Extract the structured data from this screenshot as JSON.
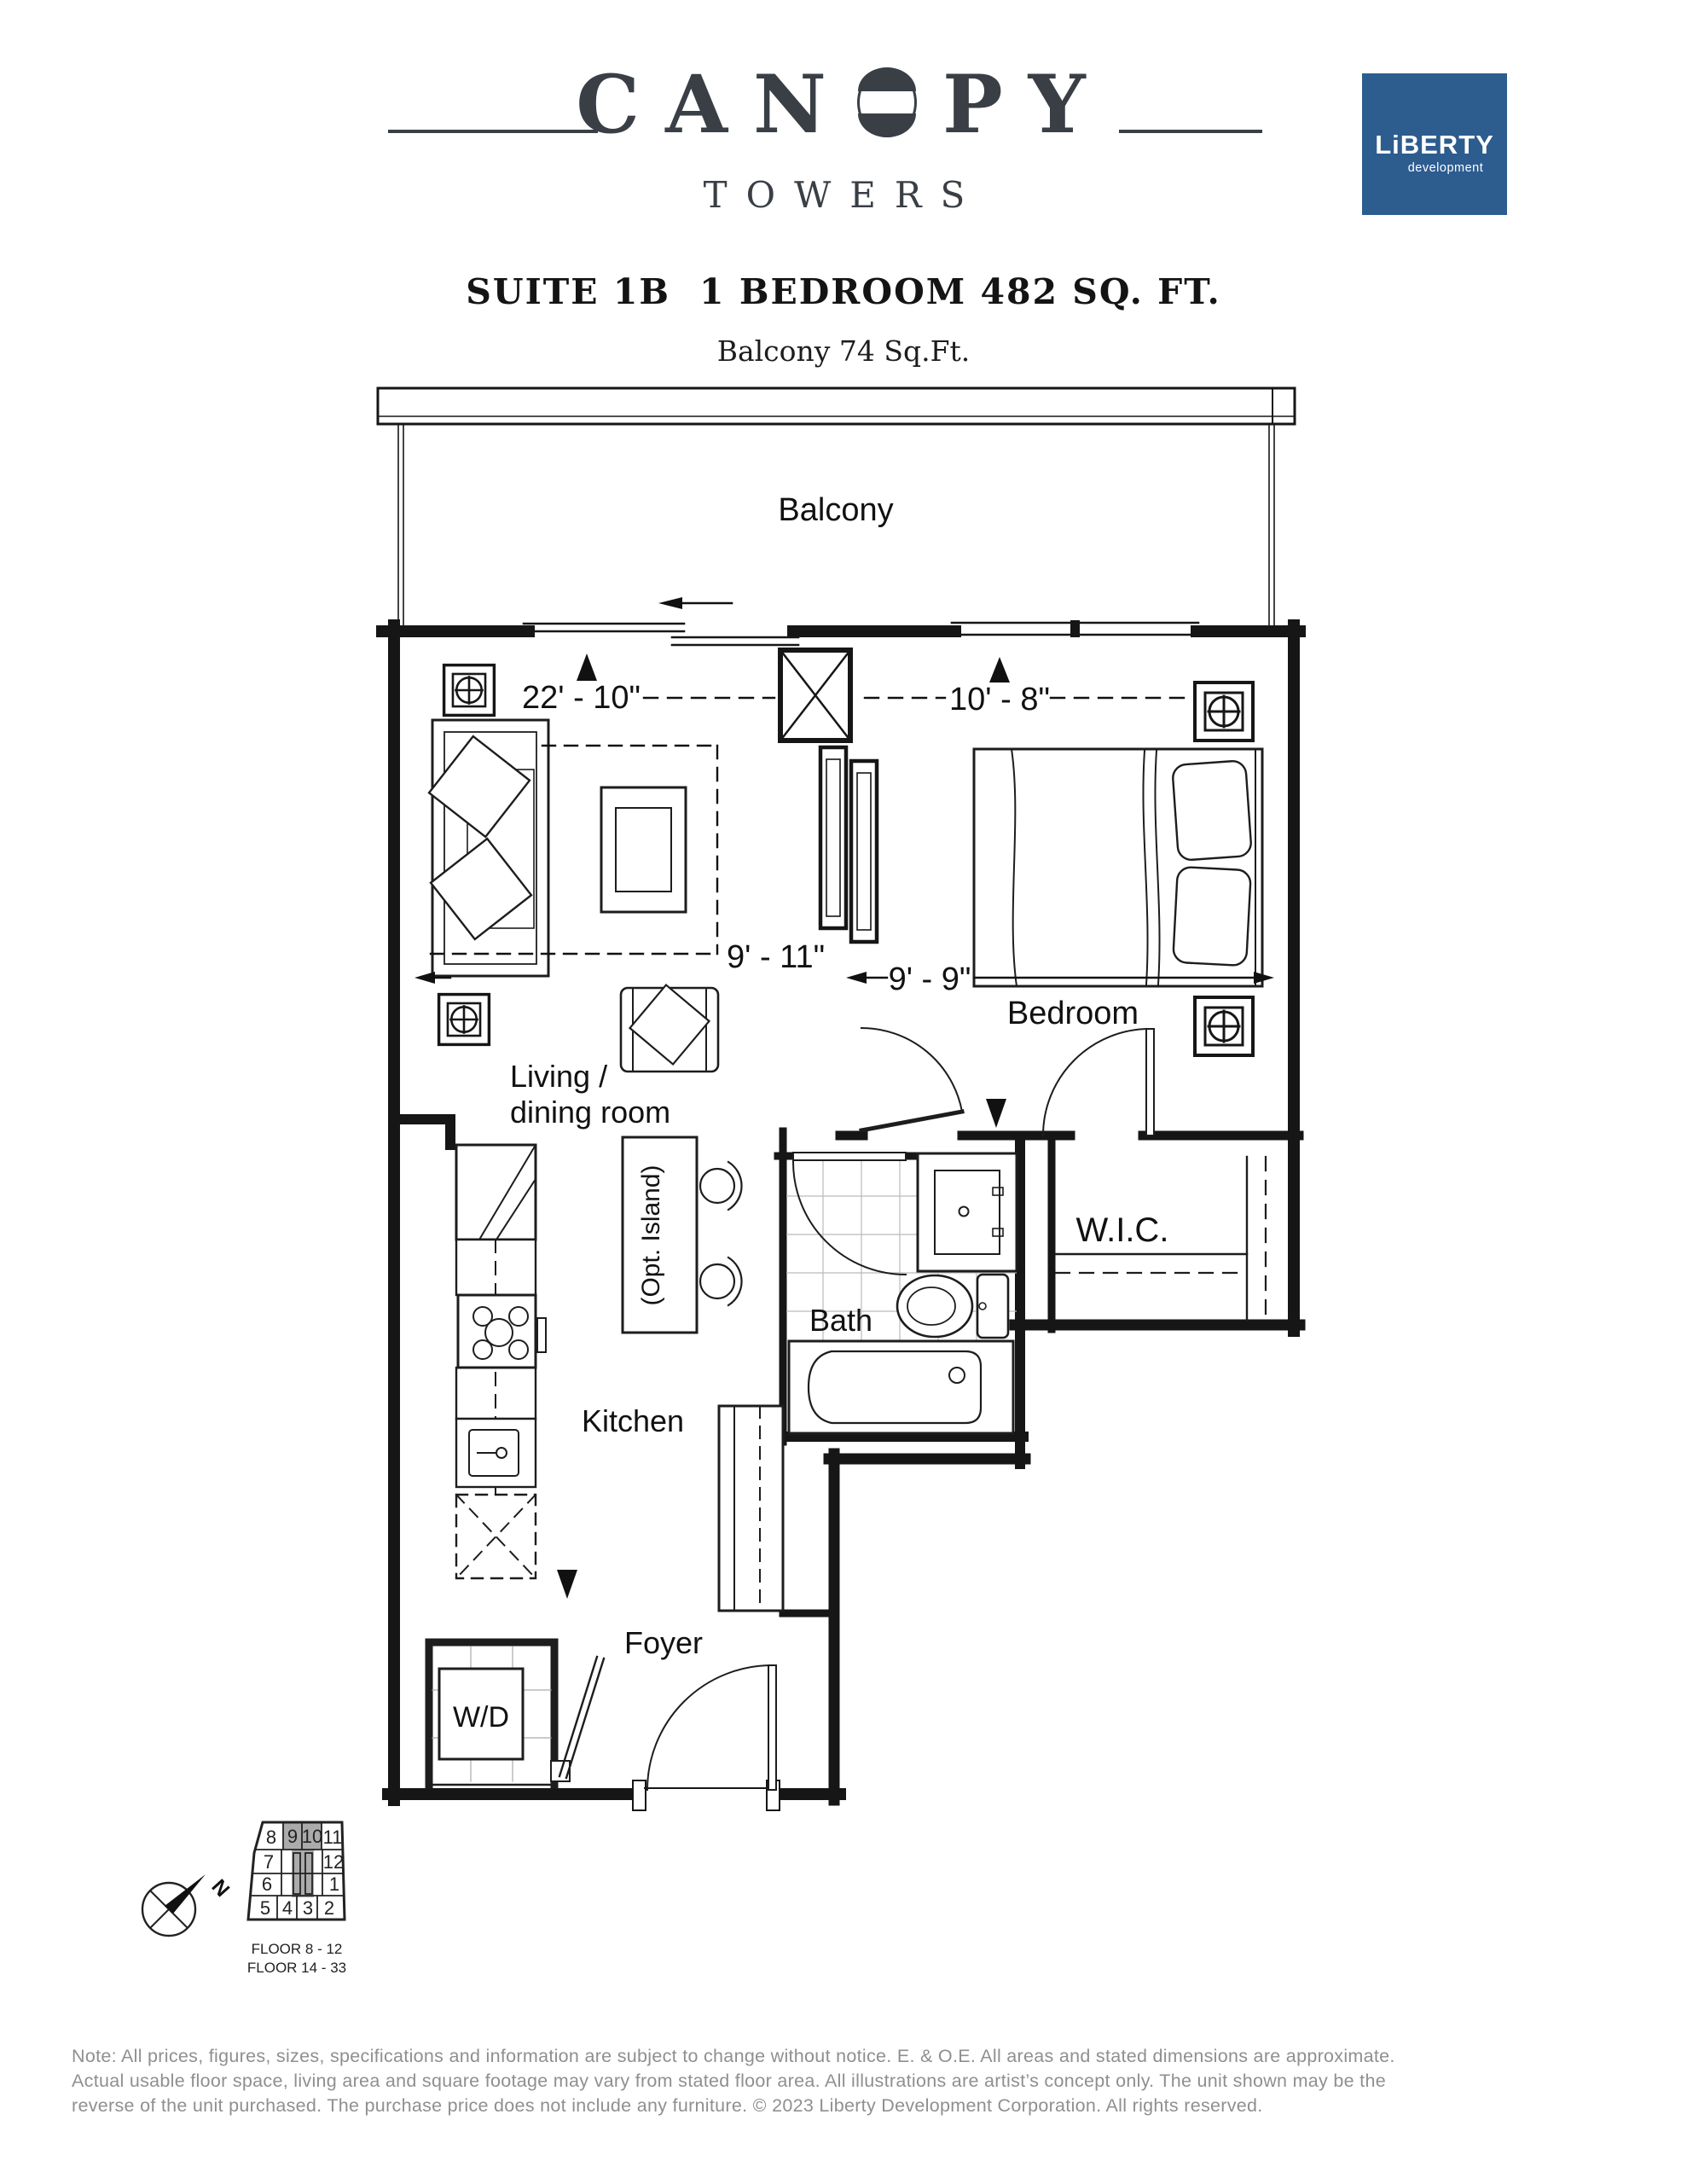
{
  "header": {
    "brand_left": "CAN",
    "brand_o": "O",
    "brand_right": "PY",
    "brand_sub": "TOWERS",
    "suite_label": "SUITE 1B",
    "suite_info": "1 BEDROOM 482 SQ. FT.",
    "balcony_info": "Balcony 74 Sq.Ft.",
    "logo_color": "#3a3f46",
    "developer": {
      "name": "LiBERTY",
      "tagline": "development",
      "color": "#2d5c8f"
    }
  },
  "floorplan": {
    "line_color": "#161616",
    "rooms": {
      "balcony": "Balcony",
      "living_line1": "Living /",
      "living_line2": "dining room",
      "bedroom": "Bedroom",
      "bath": "Bath",
      "wic": "W.I.C.",
      "kitchen": "Kitchen",
      "foyer": "Foyer",
      "laundry": "W/D",
      "island": "(Opt. Island)"
    },
    "dimensions": {
      "living_width": "22' - 10\"",
      "bedroom_width": "10' - 8\"",
      "living_depth": "9' - 11\"",
      "bedroom_depth": "9' - 9\""
    }
  },
  "keyplan": {
    "units": [
      "8",
      "9",
      "10",
      "11",
      "7",
      "12",
      "6",
      "1",
      "5",
      "4",
      "3",
      "2"
    ],
    "highlighted_units": [
      "9",
      "10"
    ],
    "floors": [
      "FLOOR 8 - 12",
      "FLOOR 14 - 33"
    ],
    "north_label": "N",
    "highlight_color": "#ababab"
  },
  "footer": {
    "lines": [
      "Note:  All prices, figures, sizes, specifications and information are subject to change without notice.  E. & O.E.  All areas and stated dimensions are approximate.",
      "Actual usable floor space, living area and square footage may vary from stated floor area.  All illustrations are artist’s concept only.  The unit shown may be the",
      "reverse of the unit purchased. The purchase price does not include any furniture. © 2023 Liberty Development Corporation. All rights reserved."
    ]
  }
}
